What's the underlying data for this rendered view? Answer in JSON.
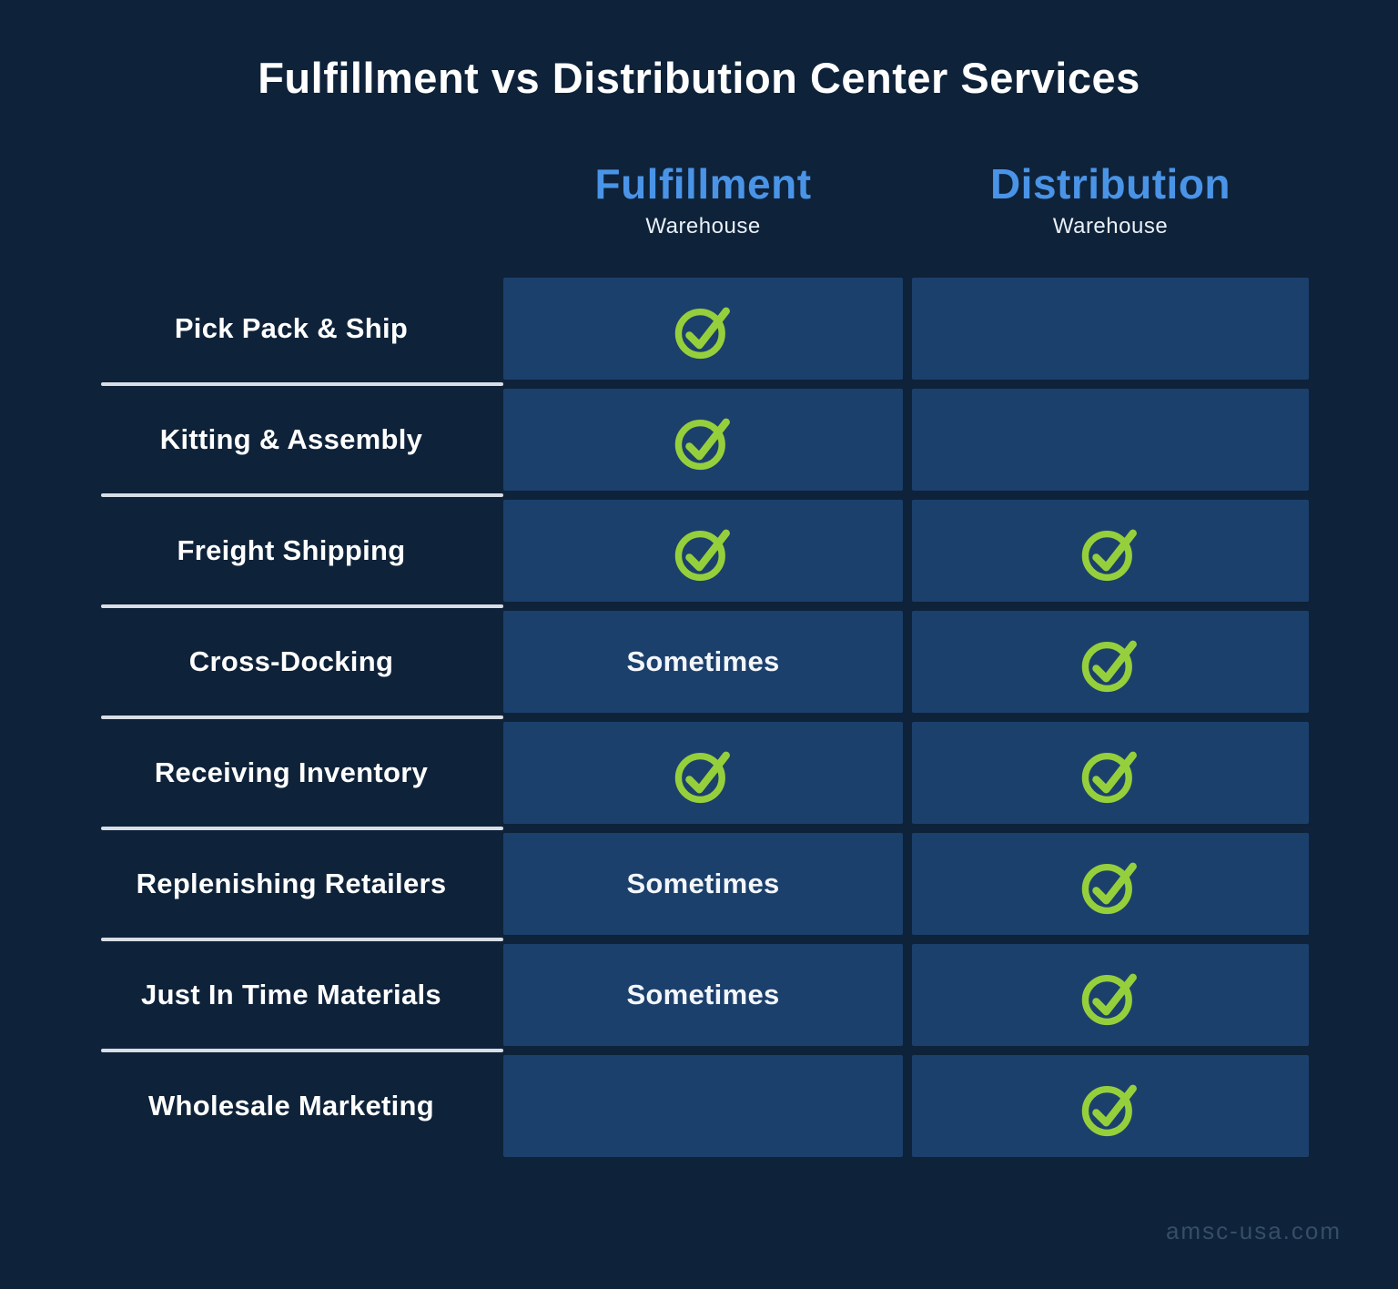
{
  "page": {
    "title": "Fulfillment vs Distribution Center Services",
    "watermark": "amsc-usa.com"
  },
  "colors": {
    "background": "#0E2239",
    "cell": "#1C406C",
    "header_blue": "#4A94E8",
    "check_green": "#95D03C",
    "separator": "#D9DEE6"
  },
  "columns": [
    {
      "name": "Fulfillment",
      "subtitle": "Warehouse"
    },
    {
      "name": "Distribution",
      "subtitle": "Warehouse"
    }
  ],
  "cell_text": {
    "sometimes": "Sometimes"
  },
  "icons": {
    "check": "check-circle-icon"
  },
  "rows": [
    {
      "label": "Pick Pack & Ship",
      "fulfillment": "check",
      "distribution": "none"
    },
    {
      "label": "Kitting & Assembly",
      "fulfillment": "check",
      "distribution": "none"
    },
    {
      "label": "Freight Shipping",
      "fulfillment": "check",
      "distribution": "check"
    },
    {
      "label": "Cross-Docking",
      "fulfillment": "sometimes",
      "distribution": "check"
    },
    {
      "label": "Receiving Inventory",
      "fulfillment": "check",
      "distribution": "check"
    },
    {
      "label": "Replenishing Retailers",
      "fulfillment": "sometimes",
      "distribution": "check"
    },
    {
      "label": "Just In Time Materials",
      "fulfillment": "sometimes",
      "distribution": "check"
    },
    {
      "label": "Wholesale Marketing",
      "fulfillment": "none",
      "distribution": "check"
    }
  ],
  "chart_data": {
    "type": "table",
    "title": "Fulfillment vs Distribution Center Services",
    "columns": [
      "Fulfillment Warehouse",
      "Distribution Warehouse"
    ],
    "row_labels": [
      "Pick Pack & Ship",
      "Kitting & Assembly",
      "Freight Shipping",
      "Cross-Docking",
      "Receiving Inventory",
      "Replenishing Retailers",
      "Just In Time Materials",
      "Wholesale Marketing"
    ],
    "values": [
      [
        "yes",
        ""
      ],
      [
        "yes",
        ""
      ],
      [
        "yes",
        "yes"
      ],
      [
        "Sometimes",
        "yes"
      ],
      [
        "yes",
        "yes"
      ],
      [
        "Sometimes",
        "yes"
      ],
      [
        "Sometimes",
        "yes"
      ],
      [
        "",
        "yes"
      ]
    ],
    "legend_position": "none",
    "grid": false
  }
}
